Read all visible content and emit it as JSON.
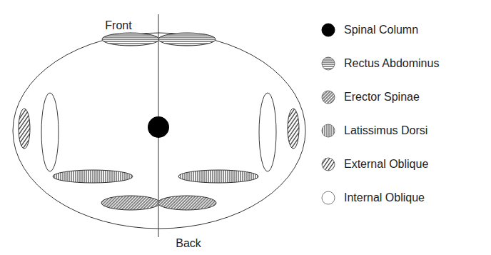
{
  "diagram": {
    "labels": [
      "Front",
      "Back"
    ],
    "legend": [
      {
        "text": "Spinal Column",
        "color": "#000000"
      },
      {
        "text": "Rectus Abdominus"
      },
      {
        "text": "Erector Spinae"
      },
      {
        "text": "Latissimus Dorsi"
      },
      {
        "text": "External Oblique"
      },
      {
        "text": "Internal Oblique"
      }
    ]
  }
}
